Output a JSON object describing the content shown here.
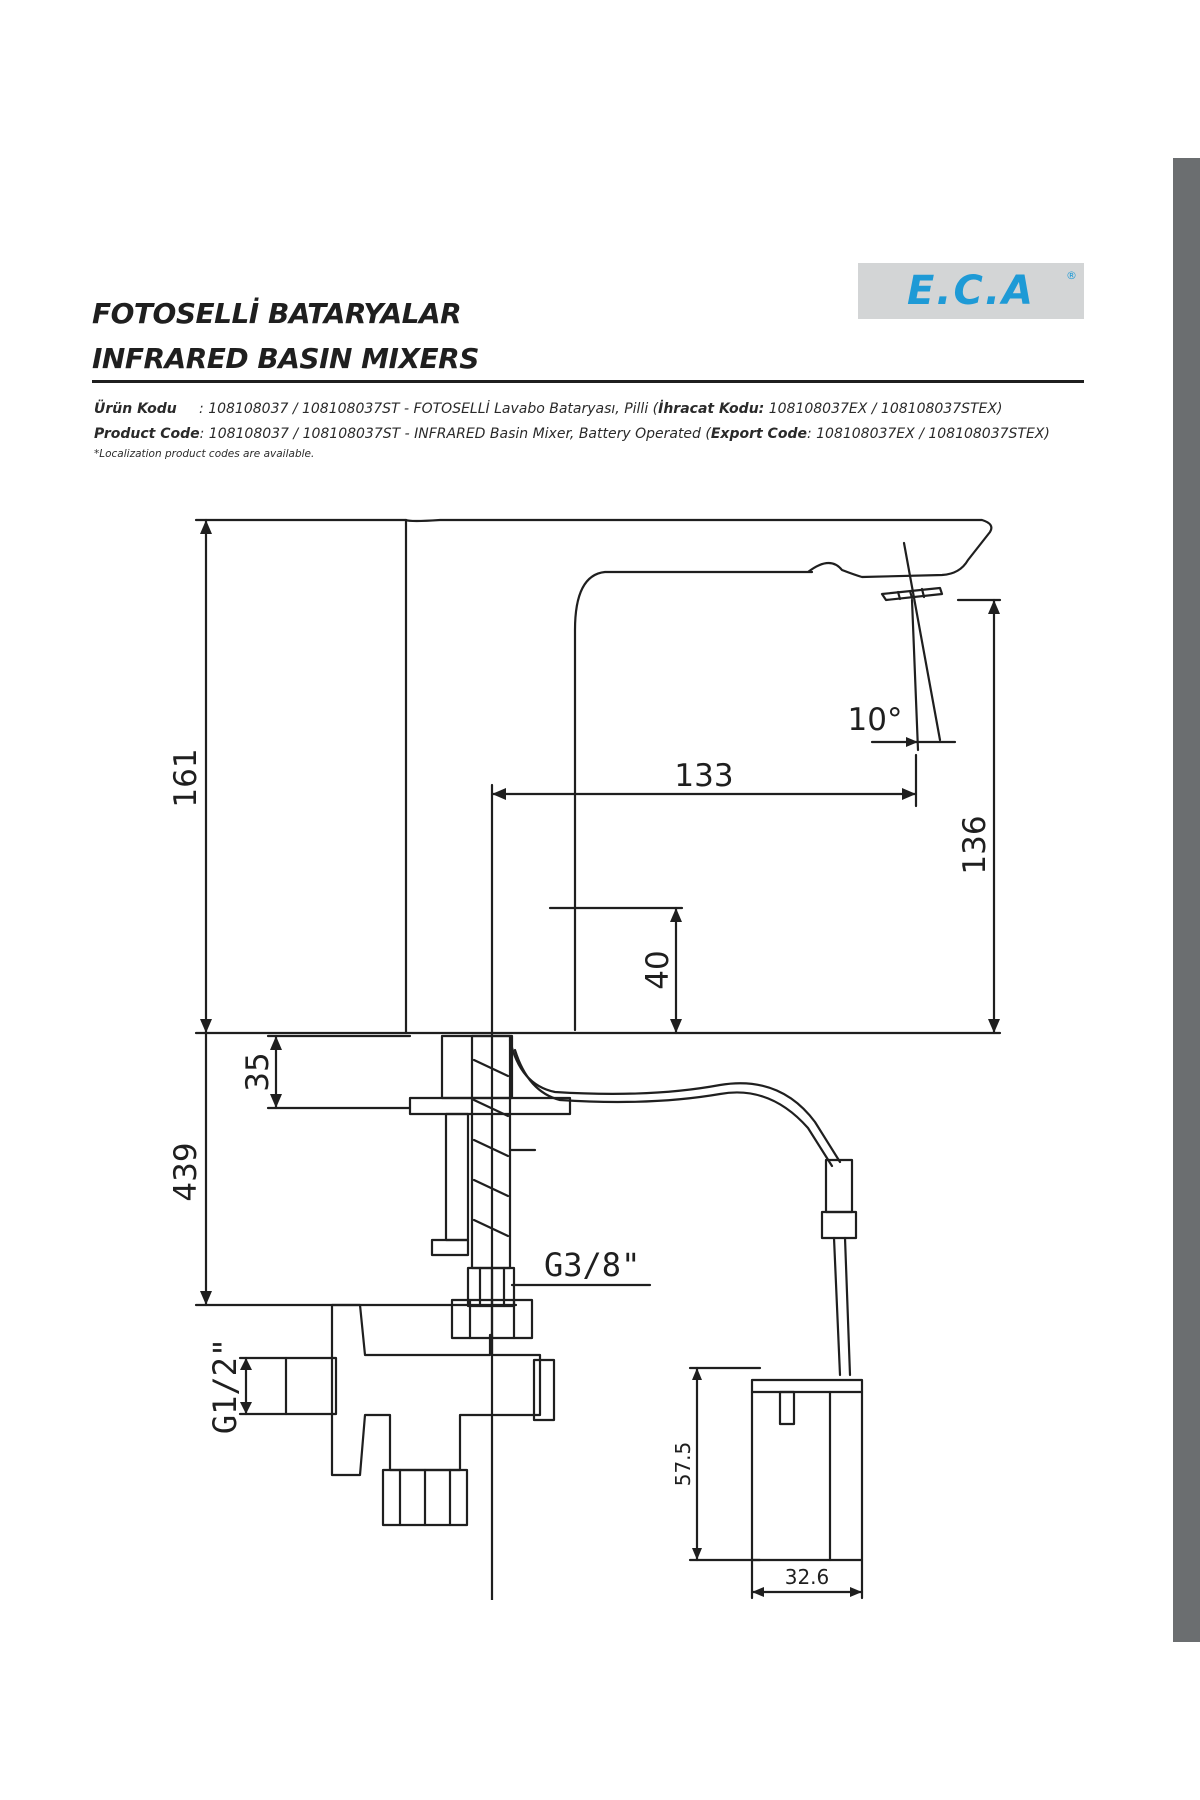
{
  "header": {
    "title_tr": "FOTOSELLİ BATARYALAR",
    "title_en": "INFRARED BASIN MIXERS",
    "logo_text": "E.C.A",
    "logo_reg": "®"
  },
  "codes": {
    "tr_label": "Ürün Kodu",
    "tr_value": ": 108108037 / 108108037ST - FOTOSELLİ Lavabo Bataryası, Pilli (",
    "tr_export_label": "İhracat Kodu:",
    "tr_export_value": " 108108037EX / 108108037STEX)",
    "en_label": "Product Code",
    "en_value": ": 108108037 / 108108037ST - INFRARED Basin Mixer, Battery Operated (",
    "en_export_label": "Export Code",
    "en_export_value": ": 108108037EX / 108108037STEX)",
    "note": "*Localization product codes are available."
  },
  "dimensions": {
    "height_total": "161",
    "spout_reach": "133",
    "sensor_angle": "10°",
    "spout_height": "136",
    "inner_40": "40",
    "mount_35": "35",
    "hose_439": "439",
    "thread_inlet": "G3/8\"",
    "thread_valve": "G1/2\"",
    "battery_height": "57.5",
    "battery_width": "32.6"
  },
  "colors": {
    "line": "#1f1f1f",
    "logo_bg": "#d3d5d6",
    "logo_text": "#1e9ad6",
    "side_bar": "#6b6e70"
  }
}
